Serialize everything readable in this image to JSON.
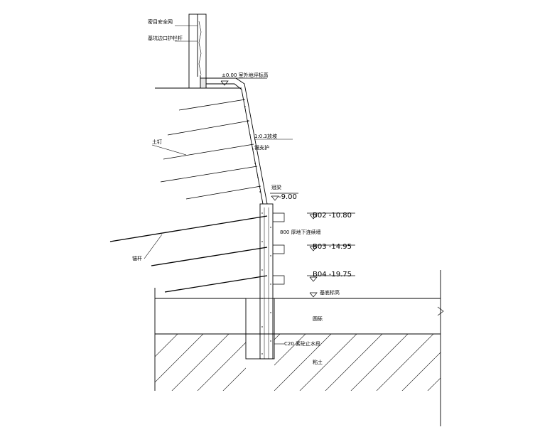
{
  "labels": {
    "guardrail_net": "密目安全网",
    "edge_railing": "基坑边口护栏杆",
    "ground_level": "±0.00 室外地坪标高",
    "slope_ratio": "1:0.3放坡",
    "anchor_support": "锚支护",
    "soil_nail": "土钉",
    "crown_beam": "冠梁",
    "crown_level": "-9.00",
    "b02": "B02 -10.80",
    "wall": "800 厚地下连续墙",
    "b03": "B03 -14.95",
    "b04": "B04 -19.75",
    "foundation_level": "基底标高",
    "anchor": "锚杆",
    "gravel": "圆砾",
    "c20": "C20 素砼止水段",
    "clay": "粘土"
  },
  "colors": {
    "line": "#000000",
    "background": "#ffffff"
  }
}
